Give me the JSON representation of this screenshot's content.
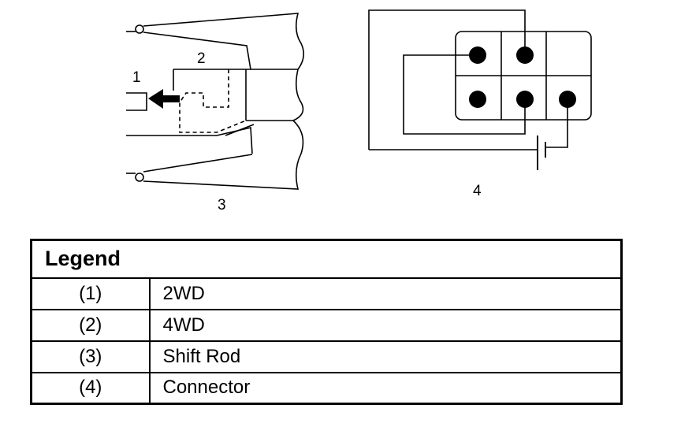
{
  "diagram": {
    "callouts": {
      "c1": "1",
      "c2": "2",
      "c3": "3",
      "c4": "4"
    }
  },
  "legend": {
    "title": "Legend",
    "rows": [
      {
        "key": "(1)",
        "value": "2WD"
      },
      {
        "key": "(2)",
        "value": "4WD"
      },
      {
        "key": "(3)",
        "value": "Shift Rod"
      },
      {
        "key": "(4)",
        "value": "Connector"
      }
    ]
  }
}
